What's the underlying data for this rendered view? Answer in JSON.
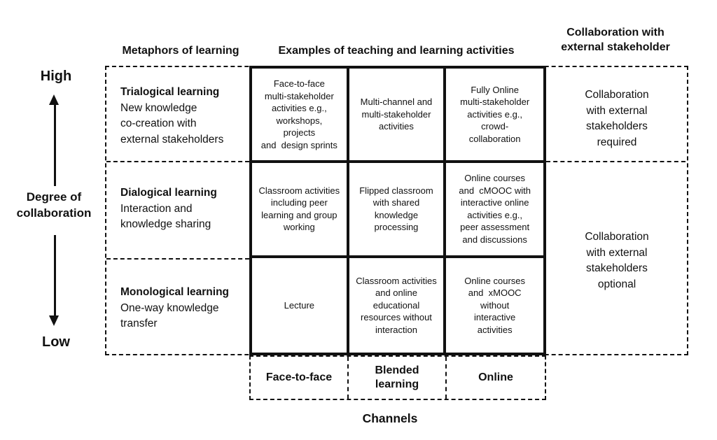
{
  "headers": {
    "metaphors": "Metaphors of learning",
    "examples": "Examples of teaching and learning activities",
    "collaboration": "Collaboration with\nexternal stakeholder"
  },
  "axis": {
    "high": "High",
    "low": "Low",
    "label": "Degree of\ncollaboration"
  },
  "metaphor_rows": [
    {
      "title": "Trialogical learning",
      "description": "New knowledge\nco-creation with\nexternal stakeholders"
    },
    {
      "title": "Dialogical learning",
      "description": "Interaction and\nknowledge sharing"
    },
    {
      "title": "Monological learning",
      "description": "One-way knowledge\ntransfer"
    }
  ],
  "activity_cells": [
    [
      "Face-to-face\nmulti-stakeholder\nactivities e.g.,\nworkshops,\nprojects\nand  design sprints",
      "Multi-channel and\nmulti-stakeholder\nactivities",
      "Fully Online\nmulti-stakeholder\nactivities e.g.,\ncrowd-\ncollaboration"
    ],
    [
      "Classroom activities\nincluding peer\nlearning and group\nworking",
      "Flipped classroom\nwith shared\nknowledge\nprocessing",
      "Online courses\nand  cMOOC with\ninteractive online\nactivities e.g.,\npeer assessment\nand discussions"
    ],
    [
      "Lecture",
      "Classroom activities\nand online\neducational\nresources without\ninteraction",
      "Online courses\nand  xMOOC\nwithout\ninteractive\nactivities"
    ]
  ],
  "external_collaboration": {
    "required": "Collaboration\nwith external\nstakeholders\nrequired",
    "optional": "Collaboration\nwith external\nstakeholders\noptional"
  },
  "channels": {
    "items": [
      "Face-to-face",
      "Blended\nlearning",
      "Online"
    ],
    "label": "Channels"
  },
  "colors": {
    "line": "#111111",
    "text": "#111111",
    "background": "#ffffff"
  }
}
